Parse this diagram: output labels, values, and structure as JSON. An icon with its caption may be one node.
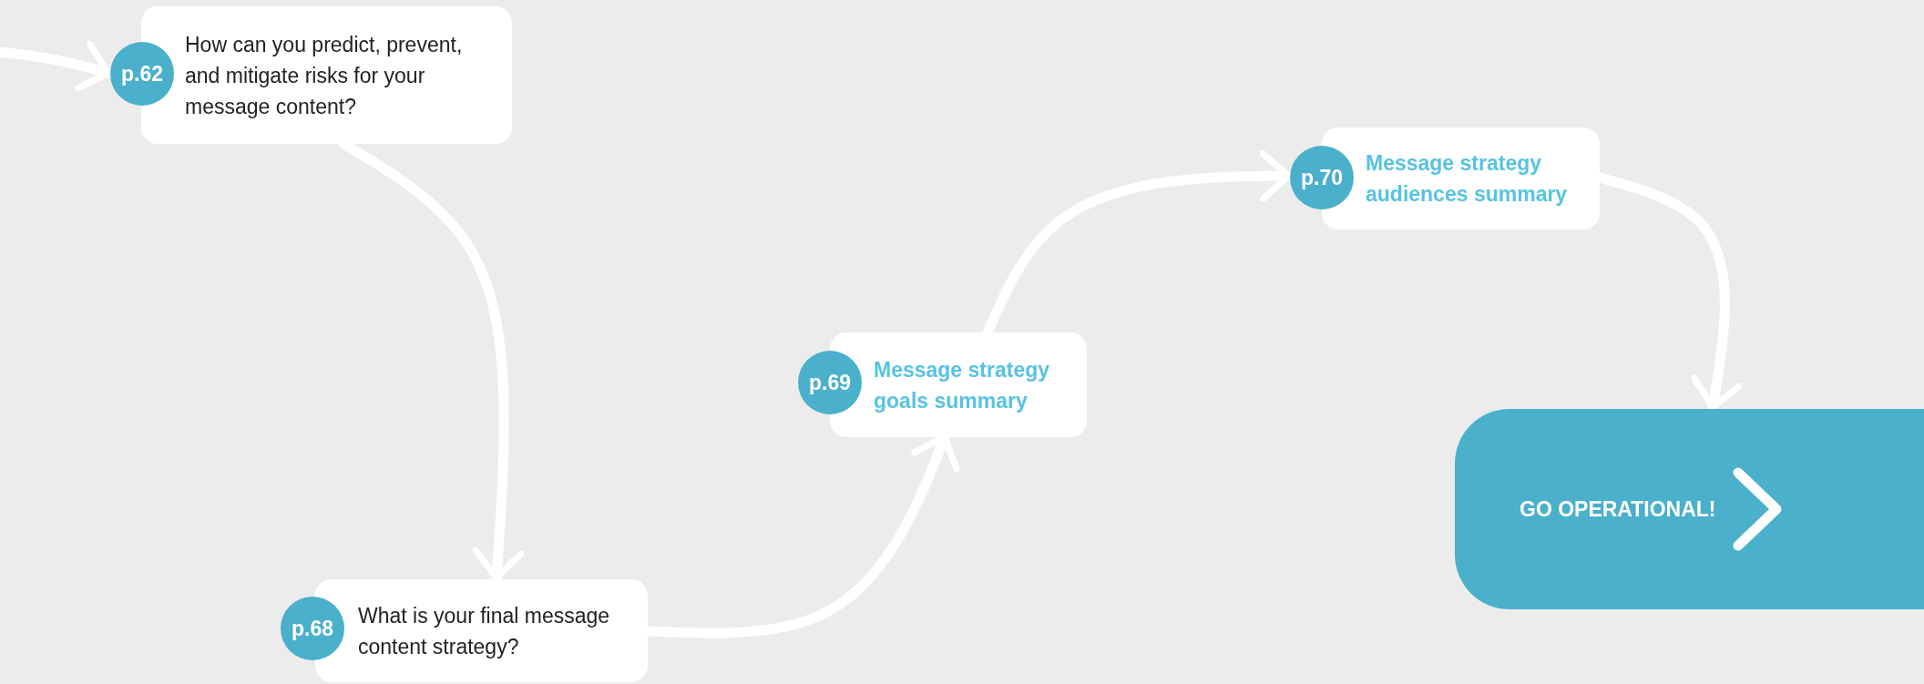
{
  "diagram": {
    "nodes": [
      {
        "text": [
          "p.62"
        ]
      },
      {
        "text": [
          "How can you predict, prevent, and mitigate risks for your message content?"
        ]
      },
      {
        "text": [
          "p.68"
        ]
      },
      {
        "text": [
          "What is your final message content strategy?"
        ]
      },
      {
        "text": [
          "p.69"
        ]
      },
      {
        "text": [
          "Message strategy goals summary"
        ]
      },
      {
        "text": [
          "p.70"
        ]
      },
      {
        "text": [
          "Message strategy audiences summary"
        ]
      },
      {
        "text": [
          "GO OPERATIONAL!"
        ]
      }
    ],
    "edges": [
      {
        "from": null,
        "to": 0,
        "arrow": "to"
      },
      {
        "from": 1,
        "to": 3,
        "arrow": "to"
      },
      {
        "from": 3,
        "to": 5,
        "arrow": "to"
      },
      {
        "from": 5,
        "to": 6,
        "arrow": "to"
      },
      {
        "from": 7,
        "to": 8,
        "arrow": "to"
      }
    ]
  }
}
